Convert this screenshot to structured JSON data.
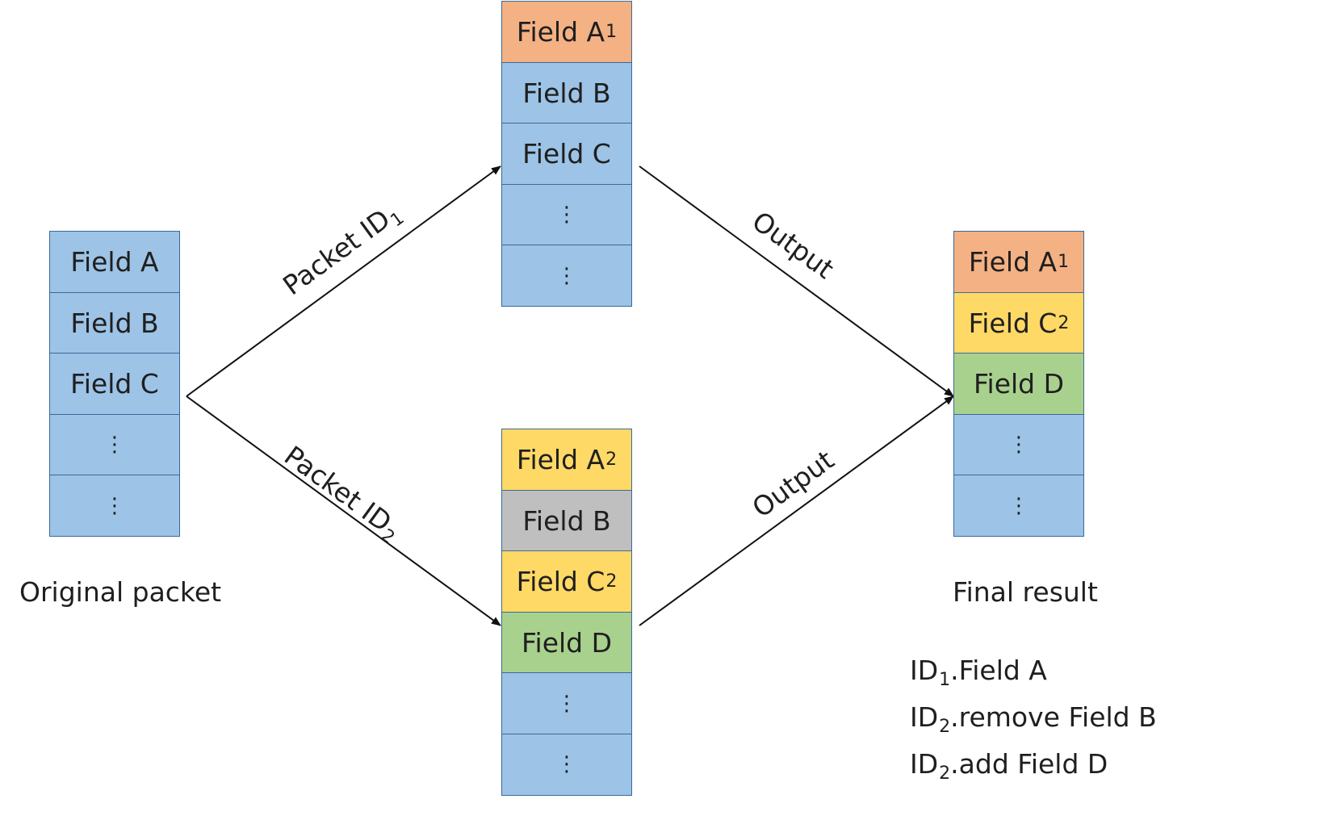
{
  "original_stack": {
    "caption": "Original packet",
    "cells": [
      {
        "label": "Field A",
        "sub": "",
        "color": "#9dc3e6"
      },
      {
        "label": "Field B",
        "sub": "",
        "color": "#9dc3e6"
      },
      {
        "label": "Field C",
        "sub": "",
        "color": "#9dc3e6"
      },
      {
        "label": "⋮",
        "sub": "",
        "color": "#9dc3e6"
      },
      {
        "label": "⋮",
        "sub": "",
        "color": "#9dc3e6"
      }
    ]
  },
  "id1_stack": {
    "cells": [
      {
        "label": "Field A",
        "sub": "1",
        "color": "#f4b183"
      },
      {
        "label": "Field B",
        "sub": "",
        "color": "#9dc3e6"
      },
      {
        "label": "Field C",
        "sub": "",
        "color": "#9dc3e6"
      },
      {
        "label": "⋮",
        "sub": "",
        "color": "#9dc3e6"
      },
      {
        "label": "⋮",
        "sub": "",
        "color": "#9dc3e6"
      }
    ]
  },
  "id2_stack": {
    "cells": [
      {
        "label": "Field A",
        "sub": "2",
        "color": "#ffd966"
      },
      {
        "label": "Field B",
        "sub": "",
        "color": "#bfbfbf"
      },
      {
        "label": "Field C",
        "sub": "2",
        "color": "#ffd966"
      },
      {
        "label": "Field D",
        "sub": "",
        "color": "#a9d18e"
      },
      {
        "label": "⋮",
        "sub": "",
        "color": "#9dc3e6"
      },
      {
        "label": "⋮",
        "sub": "",
        "color": "#9dc3e6"
      }
    ]
  },
  "final_stack": {
    "caption": "Final result",
    "cells": [
      {
        "label": "Field A",
        "sub": "1",
        "color": "#f4b183"
      },
      {
        "label": "Field C",
        "sub": "2",
        "color": "#ffd966"
      },
      {
        "label": "Field D",
        "sub": "",
        "color": "#a9d18e"
      },
      {
        "label": "⋮",
        "sub": "",
        "color": "#9dc3e6"
      },
      {
        "label": "⋮",
        "sub": "",
        "color": "#9dc3e6"
      }
    ]
  },
  "edges": {
    "packet_id1": {
      "text": "Packet ID",
      "sub": "1"
    },
    "packet_id2": {
      "text": "Packet ID",
      "sub": "2"
    },
    "output_top": {
      "text": "Output"
    },
    "output_bottom": {
      "text": "Output"
    }
  },
  "notes": [
    {
      "prefix": "ID",
      "sub": "1",
      "text": ".Field A"
    },
    {
      "prefix": "ID",
      "sub": "2",
      "text": ".remove Field B"
    },
    {
      "prefix": "ID",
      "sub": "2",
      "text": ".add Field D"
    }
  ]
}
